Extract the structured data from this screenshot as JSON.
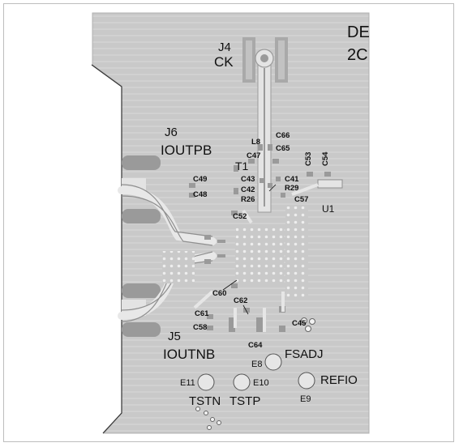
{
  "connectors": {
    "j4": {
      "ref": "J4",
      "name": "CK"
    },
    "j6": {
      "ref": "J6",
      "name": "IOUTPB"
    },
    "j5": {
      "ref": "J5",
      "name": "IOUTNB"
    }
  },
  "transformer": {
    "ref": "T1"
  },
  "ic": {
    "ref": "U1"
  },
  "edge_text": {
    "line1": "DE",
    "line2": "2C"
  },
  "components": {
    "c66": "C66",
    "l8": "L8",
    "c65": "C65",
    "c47": "C47",
    "c53": "C53",
    "c54": "C54",
    "c49": "C49",
    "c48": "C48",
    "c43": "C43",
    "c42": "C42",
    "r26": "R26",
    "c41": "C41",
    "r29": "R29",
    "c57": "C57",
    "c52": "C52",
    "c60": "C60",
    "c62": "C62",
    "c61": "C61",
    "c58": "C58",
    "c45": "C45",
    "c64": "C64"
  },
  "test_points": {
    "e8": {
      "ref": "E8",
      "name": "FSADJ"
    },
    "e9": {
      "ref": "E9",
      "name": "REFIO"
    },
    "e10": {
      "ref": "E10",
      "name": "TSTP"
    },
    "e11": {
      "ref": "E11",
      "name": "TSTN"
    }
  },
  "colors": {
    "board": "#c9c9c9",
    "copper": "#e6e6e6",
    "pad": "#9a9a9a",
    "silkscreen": "#111111",
    "outline": "#333333"
  }
}
